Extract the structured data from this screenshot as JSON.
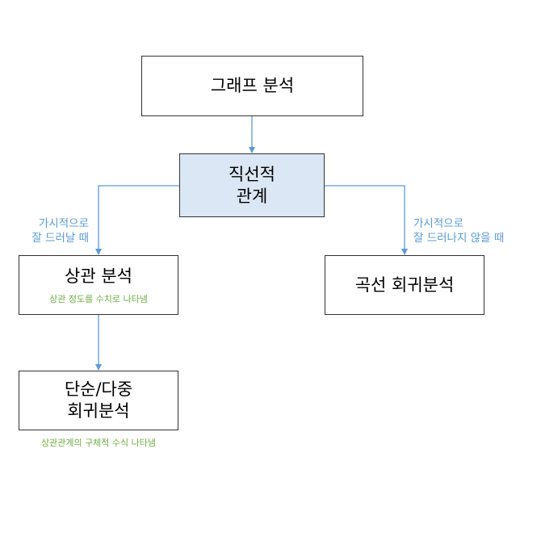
{
  "nodes": {
    "root": {
      "label": "그래프 분석"
    },
    "linear": {
      "label": "직선적\n관계"
    },
    "correlation": {
      "label": "상관 분석",
      "note": "상관 정도를 수치로 나타냄"
    },
    "curve": {
      "label": "곡선 회귀분석"
    },
    "regression": {
      "label": "단순/다중\n회귀분석",
      "note": "상관관계의 구체적 수식 나타냄"
    }
  },
  "edge_labels": {
    "left": "가시적으로\n잘 드러날 때",
    "right": "가시적으로\n잘 드러나지 않을 때"
  },
  "colors": {
    "connector": "#5b9bd5",
    "note": "#6fac46",
    "highlight_fill": "#dbe7f4",
    "box_border": "#333333"
  }
}
